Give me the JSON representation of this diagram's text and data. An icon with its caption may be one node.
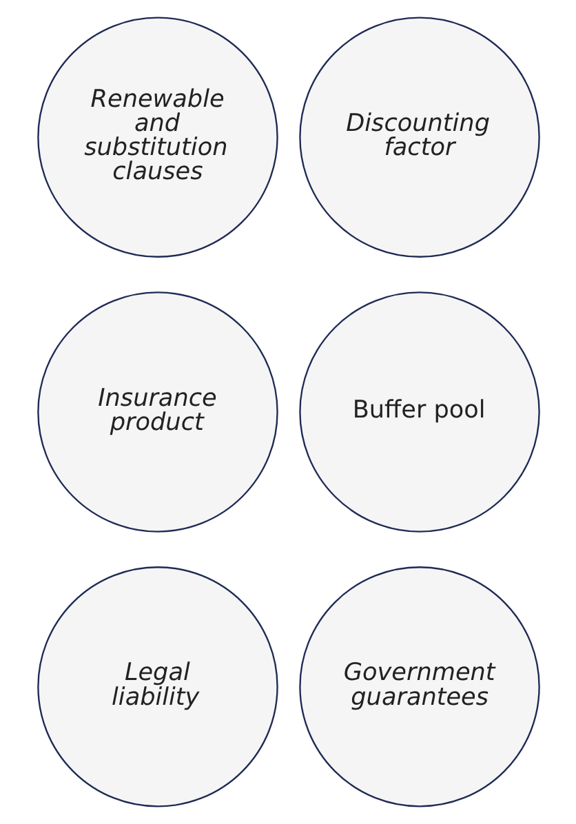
{
  "diagram": {
    "nodes": [
      {
        "text": [
          "Renewable and substitution clauses"
        ]
      },
      {
        "text": [
          "Discounting factor"
        ]
      },
      {
        "text": [
          "Insurance product"
        ]
      },
      {
        "text": [
          "Buffer pool"
        ]
      },
      {
        "text": [
          "Legal liability"
        ]
      },
      {
        "text": [
          "Government guarantees"
        ]
      }
    ]
  }
}
